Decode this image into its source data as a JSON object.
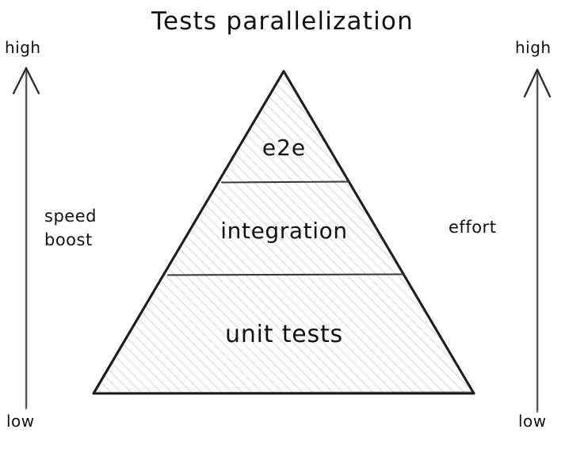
{
  "diagram": {
    "title": "Tests parallelization",
    "type": "pyramid",
    "tiers": [
      {
        "id": "e2e",
        "label": "e2e",
        "position": "top"
      },
      {
        "id": "integration",
        "label": "integration",
        "position": "middle"
      },
      {
        "id": "unit",
        "label": "unit tests",
        "position": "bottom"
      }
    ],
    "axes": {
      "left": {
        "name": "speed boost",
        "label_line1": "speed",
        "label_line2": "boost",
        "top_label": "high",
        "bottom_label": "low",
        "direction": "up"
      },
      "right": {
        "name": "effort",
        "label_line1": "effort",
        "top_label": "high",
        "bottom_label": "low",
        "direction": "up"
      }
    },
    "colors": {
      "outline": "#1a1a1a",
      "hatch": "#d6d6d6",
      "fill": "#ffffff",
      "text": "#111111",
      "arrow": "#555555",
      "divider": "#3a3a3a"
    }
  }
}
